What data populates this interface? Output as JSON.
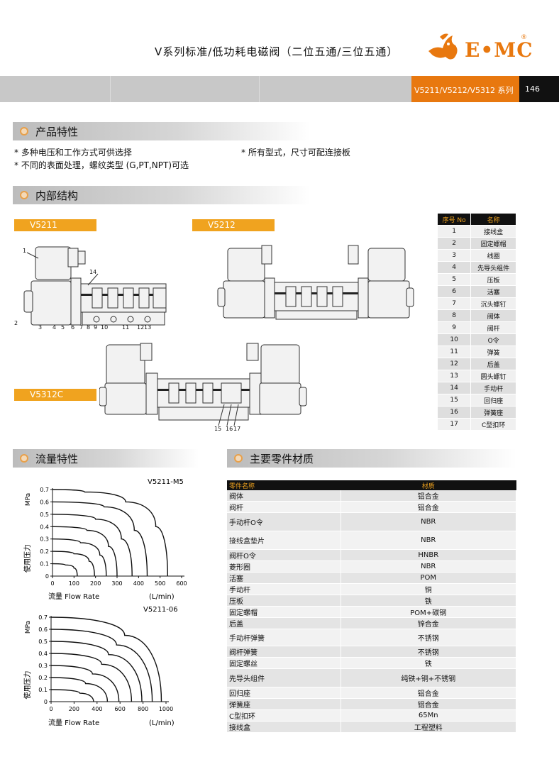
{
  "header": {
    "title": "V系列标准/低功耗电磁阀（二位五通/三位五通）",
    "logo_text": "E•MC",
    "logo_reg": "®",
    "series_label": "V5211/V5212/V5312 系列",
    "page_number": "146",
    "accent_color": "#e8780f"
  },
  "features": {
    "section_title": "产品特性",
    "items": [
      "* 多种电压和工作方式可供选择",
      "* 所有型式，尺寸可配连接板",
      "* 不同的表面处理，螺纹类型 (G,PT,NPT)可选"
    ]
  },
  "structure": {
    "section_title": "内部结构",
    "models": [
      "V5211",
      "V5212",
      "V5312C"
    ],
    "diagram1_labels": [
      "1",
      "2",
      "3",
      "4",
      "5",
      "6",
      "7",
      "8",
      "9",
      "10",
      "11",
      "12",
      "13",
      "14"
    ],
    "diagram3_labels": [
      "15",
      "16",
      "17"
    ]
  },
  "parts": {
    "headers": [
      "序号 No",
      "名称"
    ],
    "rows": [
      [
        "1",
        "接线盒"
      ],
      [
        "2",
        "固定螺帽"
      ],
      [
        "3",
        "线圈"
      ],
      [
        "4",
        "先导头组件"
      ],
      [
        "5",
        "压板"
      ],
      [
        "6",
        "活塞"
      ],
      [
        "7",
        "沉头螺钉"
      ],
      [
        "8",
        "阀体"
      ],
      [
        "9",
        "阀杆"
      ],
      [
        "10",
        "O令"
      ],
      [
        "11",
        "弹簧"
      ],
      [
        "12",
        "后盖"
      ],
      [
        "13",
        "圆头螺钉"
      ],
      [
        "14",
        "手动杆"
      ],
      [
        "15",
        "回归座"
      ],
      [
        "16",
        "弹簧座"
      ],
      [
        "17",
        "C型扣环"
      ]
    ]
  },
  "flow": {
    "section_title": "流量特性"
  },
  "materials": {
    "section_title": "主要零件材质",
    "headers": [
      "零件名称",
      "材质"
    ],
    "rows": [
      [
        "阀体",
        "铝合金"
      ],
      [
        "阀杆",
        "铝合金"
      ],
      [
        "手动杆O令",
        "NBR"
      ],
      [
        "接线盒垫片",
        "NBR"
      ],
      [
        "阀杆O令",
        "HNBR"
      ],
      [
        "菱形圈",
        "NBR"
      ],
      [
        "活塞",
        "POM"
      ],
      [
        "手动杆",
        "铜"
      ],
      [
        "压板",
        "铁"
      ],
      [
        "固定螺帽",
        "POM+碳钢"
      ],
      [
        "后盖",
        "锌合金"
      ],
      [
        "手动杆弹簧",
        "不锈钢"
      ],
      [
        "阀杆弹簧",
        "不锈钢"
      ],
      [
        "固定螺丝",
        "铁"
      ],
      [
        "先导头组件",
        "纯铁+铜+不锈钢"
      ],
      [
        "回归座",
        "铝合金"
      ],
      [
        "弹簧座",
        "铝合金"
      ],
      [
        "C型扣环",
        "65Mn"
      ],
      [
        "接线盒",
        "工程塑料"
      ]
    ]
  },
  "chart_data": [
    {
      "type": "line",
      "title": "V5211-M5",
      "xlabel": "流量  Flow Rate",
      "x_unit": "(L/min)",
      "ylabel": "使用压力",
      "y_unit": "MPa",
      "xlim": [
        0,
        600
      ],
      "ylim": [
        0,
        0.7
      ],
      "x_ticks": [
        "0",
        "100",
        "200",
        "300",
        "400",
        "500",
        "600"
      ],
      "y_ticks": [
        "0",
        "0.1",
        "0.2",
        "0.3",
        "0.4",
        "0.5",
        "0.6",
        "0.7"
      ],
      "grid": false,
      "series": [
        {
          "values": [
            [
              0,
              0.1
            ],
            [
              60,
              0.09
            ],
            [
              100,
              0.065
            ],
            [
              115,
              0
            ]
          ]
        },
        {
          "values": [
            [
              0,
              0.2
            ],
            [
              100,
              0.18
            ],
            [
              170,
              0.12
            ],
            [
              195,
              0
            ]
          ]
        },
        {
          "values": [
            [
              0,
              0.3
            ],
            [
              130,
              0.27
            ],
            [
              220,
              0.17
            ],
            [
              250,
              0
            ]
          ]
        },
        {
          "values": [
            [
              0,
              0.4
            ],
            [
              160,
              0.37
            ],
            [
              260,
              0.24
            ],
            [
              300,
              0
            ]
          ]
        },
        {
          "values": [
            [
              0,
              0.5
            ],
            [
              200,
              0.46
            ],
            [
              320,
              0.3
            ],
            [
              370,
              0
            ]
          ]
        },
        {
          "values": [
            [
              0,
              0.6
            ],
            [
              240,
              0.56
            ],
            [
              380,
              0.37
            ],
            [
              440,
              0
            ]
          ]
        },
        {
          "values": [
            [
              0,
              0.7
            ],
            [
              150,
              0.68
            ],
            [
              340,
              0.6
            ],
            [
              480,
              0.4
            ],
            [
              535,
              0
            ]
          ]
        }
      ]
    },
    {
      "type": "line",
      "title": "V5211-06",
      "xlabel": "流量  Flow Rate",
      "x_unit": "(L/min)",
      "ylabel": "使用压力",
      "y_unit": "MPa",
      "xlim": [
        0,
        1000
      ],
      "ylim": [
        0,
        0.7
      ],
      "x_ticks": [
        "0",
        "200",
        "400",
        "600",
        "800",
        "1000"
      ],
      "y_ticks": [
        "0",
        "0.1",
        "0.2",
        "0.3",
        "0.4",
        "0.5",
        "0.6",
        "0.7"
      ],
      "grid": false,
      "series": [
        {
          "values": [
            [
              0,
              0.1
            ],
            [
              250,
              0.07
            ],
            [
              370,
              0
            ]
          ]
        },
        {
          "values": [
            [
              0,
              0.2
            ],
            [
              300,
              0.15
            ],
            [
              490,
              0
            ]
          ]
        },
        {
          "values": [
            [
              0,
              0.3
            ],
            [
              360,
              0.23
            ],
            [
              590,
              0
            ]
          ]
        },
        {
          "values": [
            [
              0,
              0.4
            ],
            [
              440,
              0.31
            ],
            [
              700,
              0
            ]
          ]
        },
        {
          "values": [
            [
              0,
              0.5
            ],
            [
              500,
              0.39
            ],
            [
              790,
              0
            ]
          ]
        },
        {
          "values": [
            [
              0,
              0.6
            ],
            [
              570,
              0.47
            ],
            [
              880,
              0
            ]
          ]
        },
        {
          "values": [
            [
              0,
              0.7
            ],
            [
              640,
              0.55
            ],
            [
              960,
              0
            ]
          ]
        }
      ]
    }
  ]
}
